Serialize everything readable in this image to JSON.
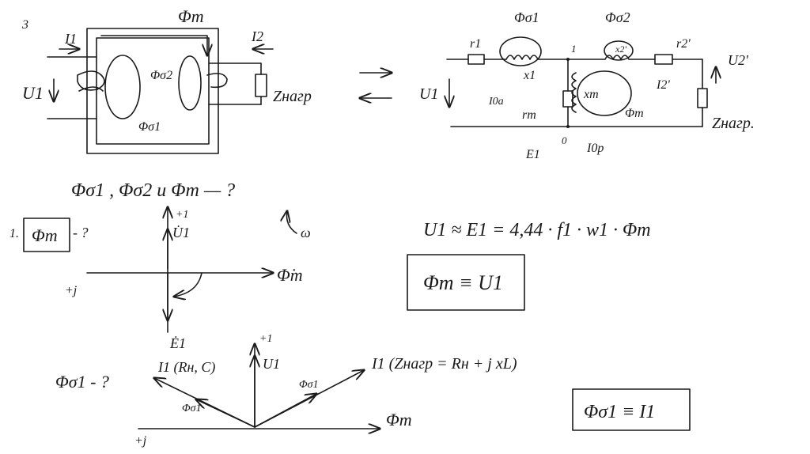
{
  "slide_number": "3",
  "transformer": {
    "flux_main": "Φm",
    "current1": "I1",
    "current2": "I2",
    "voltage1": "U1",
    "leak2": "Φσ2",
    "leak1": "Φσ1",
    "load": "Zнагр"
  },
  "circuit": {
    "r1": "r1",
    "leak1": "Φσ1",
    "leak2": "Φσ2",
    "r2": "r2'",
    "u2": "U2'",
    "node1": "1",
    "x1": "x1",
    "x2": "x2'",
    "i2": "I2'",
    "u1": "U1",
    "i0a": "I0a",
    "rm": "rm",
    "xm": "xm",
    "flux": "Φm",
    "load": "Zнагр.",
    "e1": "E1",
    "node0": "0",
    "i0p": "I0p"
  },
  "question_main": "Φσ1 , Φσ2 и Φm — ?",
  "phasor1": {
    "item": "1.",
    "boxed": "Φm",
    "suffix": "- ?",
    "plus1": "+1",
    "u1": "U̇1",
    "phi": "Φ̇m",
    "plusj": "+j",
    "e1": "Ė1",
    "omega": "ω"
  },
  "formula": "U1 ≈ E1 = 4,44 · f1 · w1 · Φm",
  "box1": "Φm ≡ U1",
  "phasor2": {
    "question": "Φσ1 - ?",
    "plus1": "+1",
    "u1": "U1",
    "i1_left": "I1 (Rн, C)",
    "leak_left": "Φσ1",
    "leak_right": "Φσ1",
    "i1_right": "I1 (Zнагр = Rн + j xL)",
    "phi": "Φm",
    "plusj": "+j"
  },
  "box2": "Φσ1 ≡ I1"
}
